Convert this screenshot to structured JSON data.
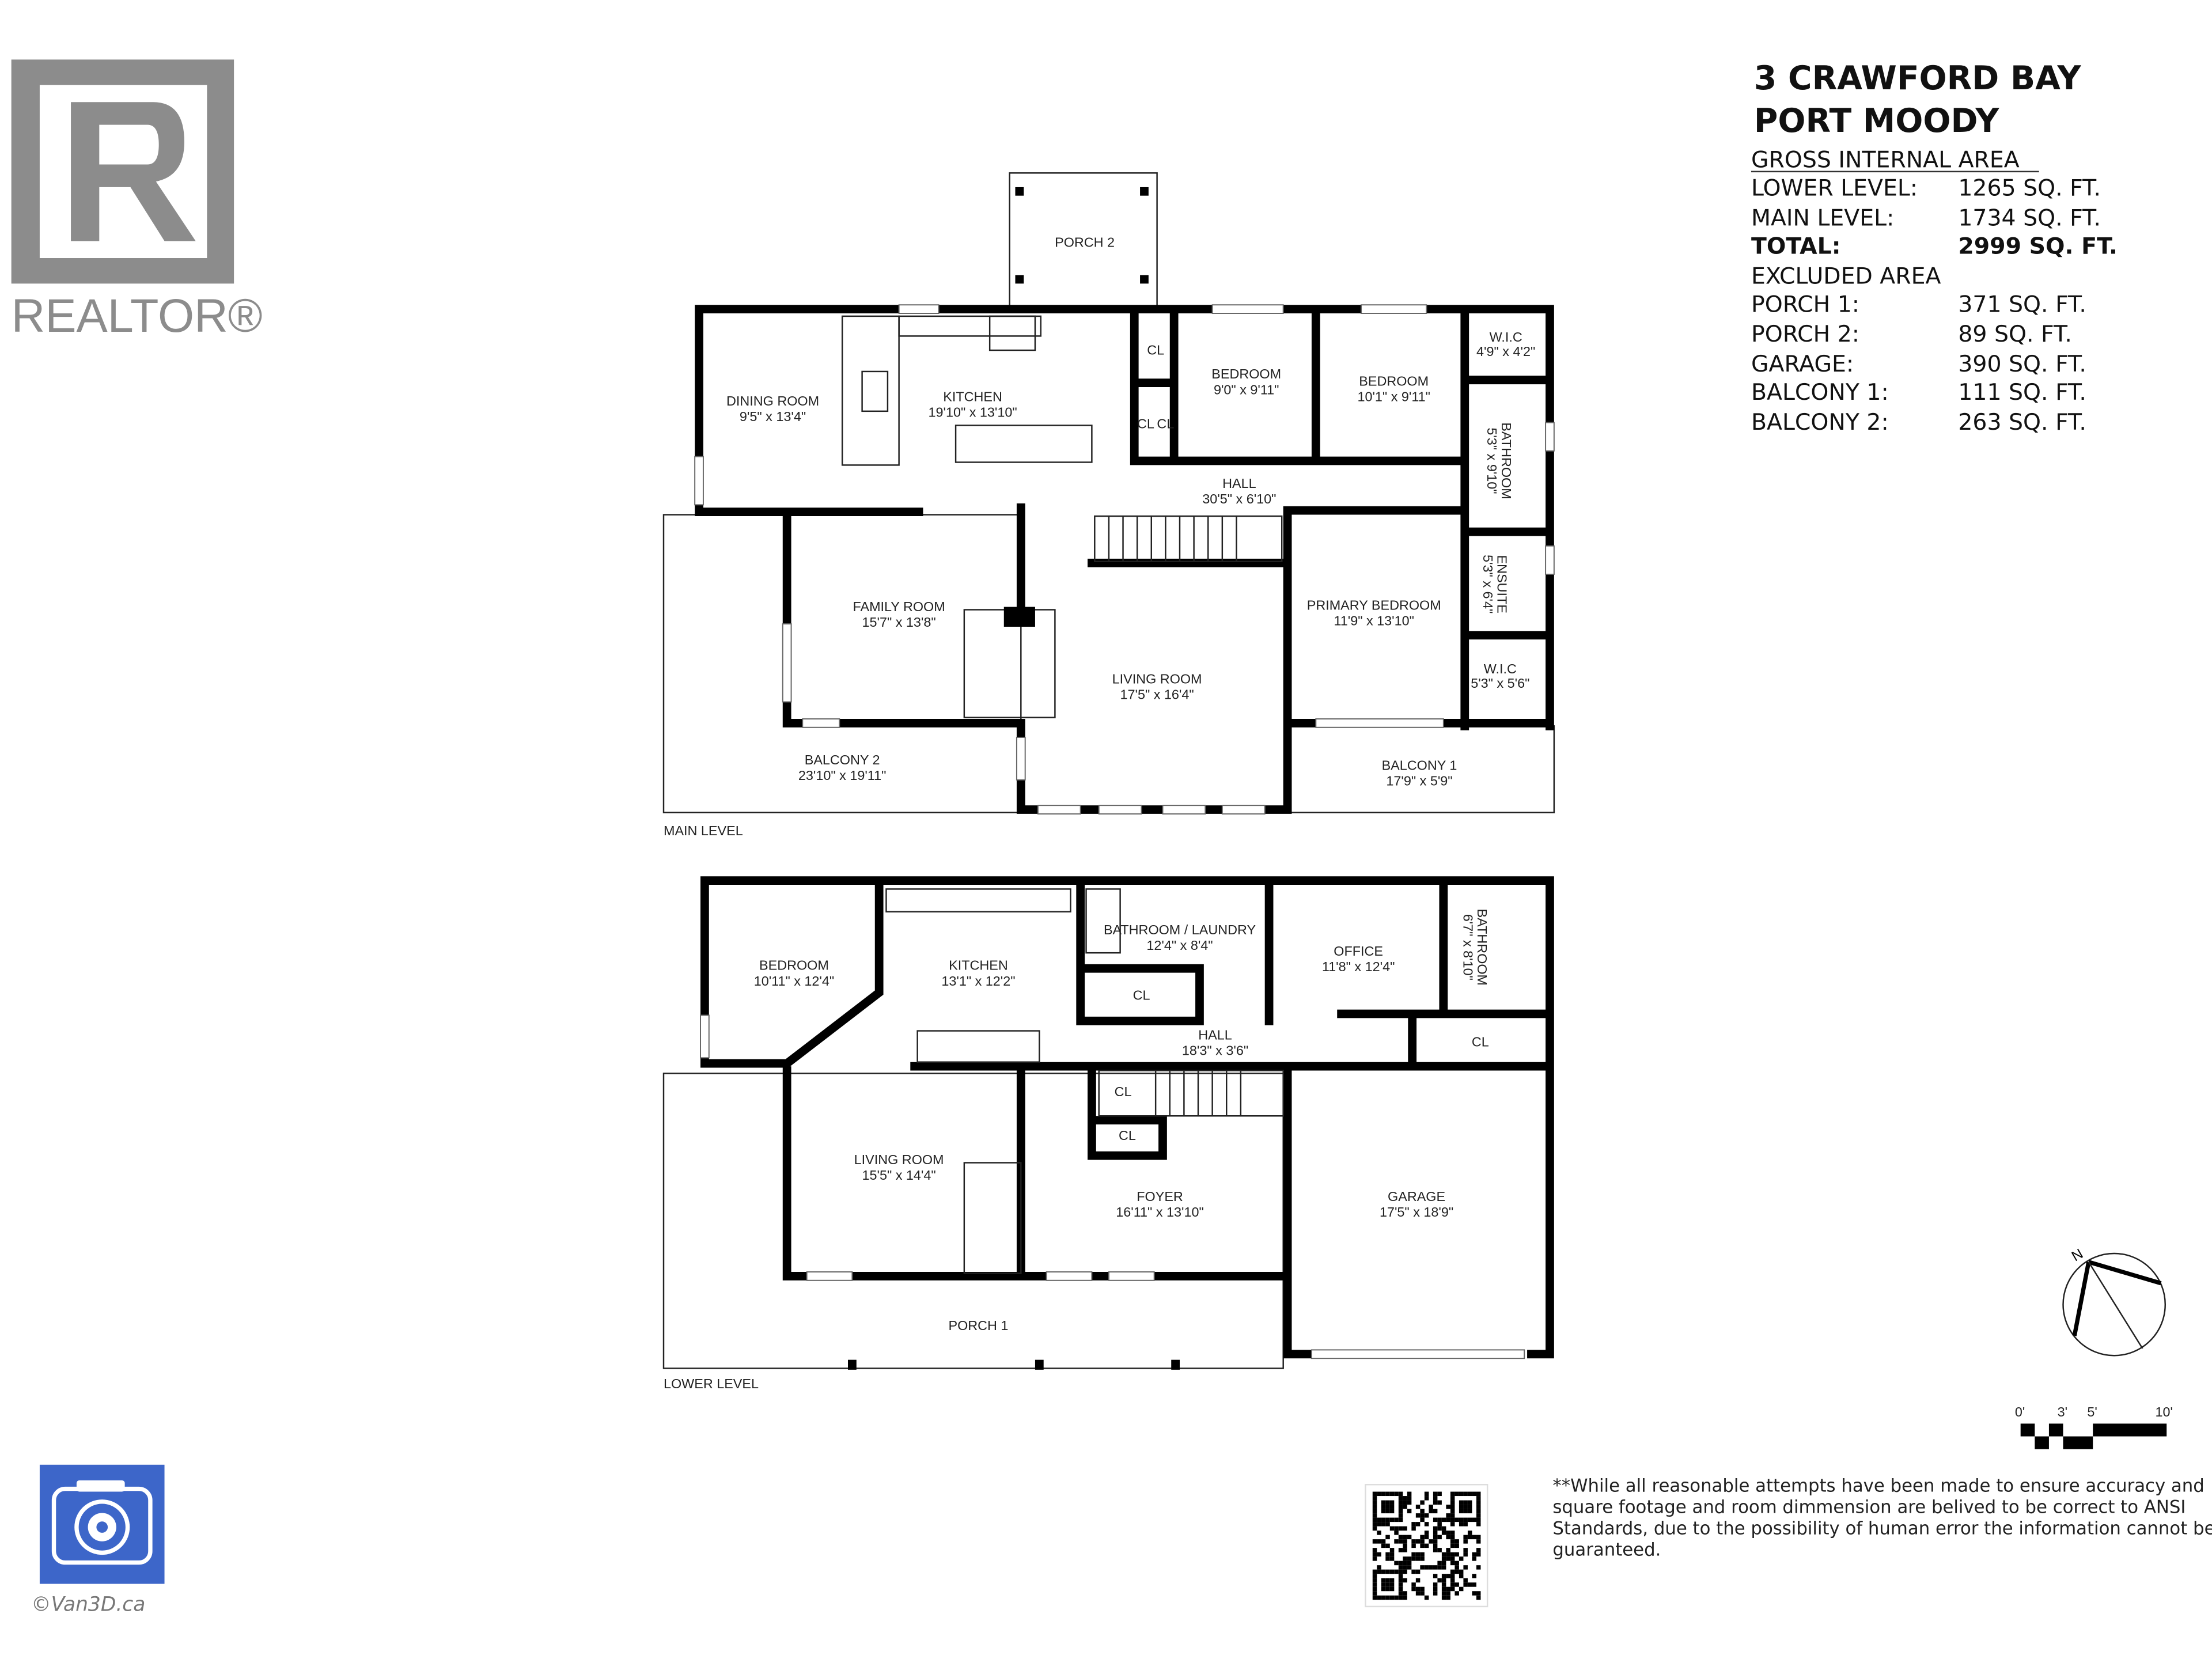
{
  "header": {
    "address_line1": "3 CRAWFORD BAY",
    "address_line2": "PORT MOODY"
  },
  "gross_internal_area": {
    "heading": "GROSS INTERNAL AREA",
    "rows": [
      {
        "label": "LOWER LEVEL:",
        "value": "1265 SQ. FT."
      },
      {
        "label": "MAIN LEVEL:",
        "value": "1734 SQ. FT."
      },
      {
        "label": "TOTAL:",
        "value": "2999 SQ. FT."
      }
    ]
  },
  "excluded_area": {
    "heading": "EXCLUDED AREA",
    "rows": [
      {
        "label": "PORCH 1:",
        "value": "371 SQ. FT."
      },
      {
        "label": "PORCH 2:",
        "value": "89 SQ. FT."
      },
      {
        "label": "GARAGE:",
        "value": "390 SQ. FT."
      },
      {
        "label": "BALCONY 1:",
        "value": "111 SQ. FT."
      },
      {
        "label": "BALCONY 2:",
        "value": "263 SQ. FT."
      }
    ]
  },
  "main_level": {
    "label": "MAIN LEVEL",
    "rooms": [
      {
        "name": "PORCH 2",
        "dims": ""
      },
      {
        "name": "DINING ROOM",
        "dims": "9'5\" x 13'4\""
      },
      {
        "name": "KITCHEN",
        "dims": "19'10\" x 13'10\""
      },
      {
        "name": "CL",
        "dims": ""
      },
      {
        "name": "BEDROOM",
        "dims": "9'0\" x 9'11\""
      },
      {
        "name": "BEDROOM",
        "dims": "10'1\" x 9'11\""
      },
      {
        "name": "W.I.C",
        "dims": "4'9\" x 4'2\""
      },
      {
        "name": "BATHROOM",
        "dims": "5'3\" x 9'10\""
      },
      {
        "name": "HALL",
        "dims": "30'5\" x 6'10\""
      },
      {
        "name": "FAMILY ROOM",
        "dims": "15'7\" x 13'8\""
      },
      {
        "name": "PRIMARY BEDROOM",
        "dims": "11'9\" x 13'10\""
      },
      {
        "name": "ENSUITE",
        "dims": "5'3\" x 6'4\""
      },
      {
        "name": "W.I.C",
        "dims": "5'3\" x 5'6\""
      },
      {
        "name": "LIVING ROOM",
        "dims": "17'5\" x 16'4\""
      },
      {
        "name": "BALCONY 2",
        "dims": "23'10\" x 19'11\""
      },
      {
        "name": "BALCONY 1",
        "dims": "17'9\" x 5'9\""
      },
      {
        "name": "CL",
        "dims": ""
      },
      {
        "name": "CL",
        "dims": ""
      }
    ]
  },
  "lower_level": {
    "label": "LOWER LEVEL",
    "rooms": [
      {
        "name": "BEDROOM",
        "dims": "10'11\" x 12'4\""
      },
      {
        "name": "KITCHEN",
        "dims": "13'1\" x 12'2\""
      },
      {
        "name": "BATHROOM / LAUNDRY",
        "dims": "12'4\" x 8'4\""
      },
      {
        "name": "CL",
        "dims": ""
      },
      {
        "name": "OFFICE",
        "dims": "11'8\" x 12'4\""
      },
      {
        "name": "BATHROOM",
        "dims": "6'7\" x 8'10\""
      },
      {
        "name": "HALL",
        "dims": "18'3\" x 3'6\""
      },
      {
        "name": "CL",
        "dims": ""
      },
      {
        "name": "CL",
        "dims": ""
      },
      {
        "name": "CL",
        "dims": ""
      },
      {
        "name": "LIVING ROOM",
        "dims": "15'5\" x 14'4\""
      },
      {
        "name": "FOYER",
        "dims": "16'11\" x 13'10\""
      },
      {
        "name": "GARAGE",
        "dims": "17'5\" x 18'9\""
      },
      {
        "name": "PORCH 1",
        "dims": ""
      }
    ]
  },
  "compass": {
    "north_label": "N"
  },
  "scale_bar": {
    "ticks": [
      "0'",
      "3'",
      "5'",
      "10'"
    ]
  },
  "disclaimer": [
    "**While all reasonable attempts have been made to ensure accuracy and",
    "square footage and room dimmension are belived to be correct to ANSI",
    "Standards, due to the possibility of human error the information cannot be",
    "guaranteed."
  ],
  "logos": {
    "realtor": "REALTOR®",
    "van3d_copyright": "©Van3D.ca"
  },
  "colors": {
    "realtor_gray": "#8c8c8c",
    "van3d_blue": "#3d66c9",
    "wall": "#000000"
  }
}
